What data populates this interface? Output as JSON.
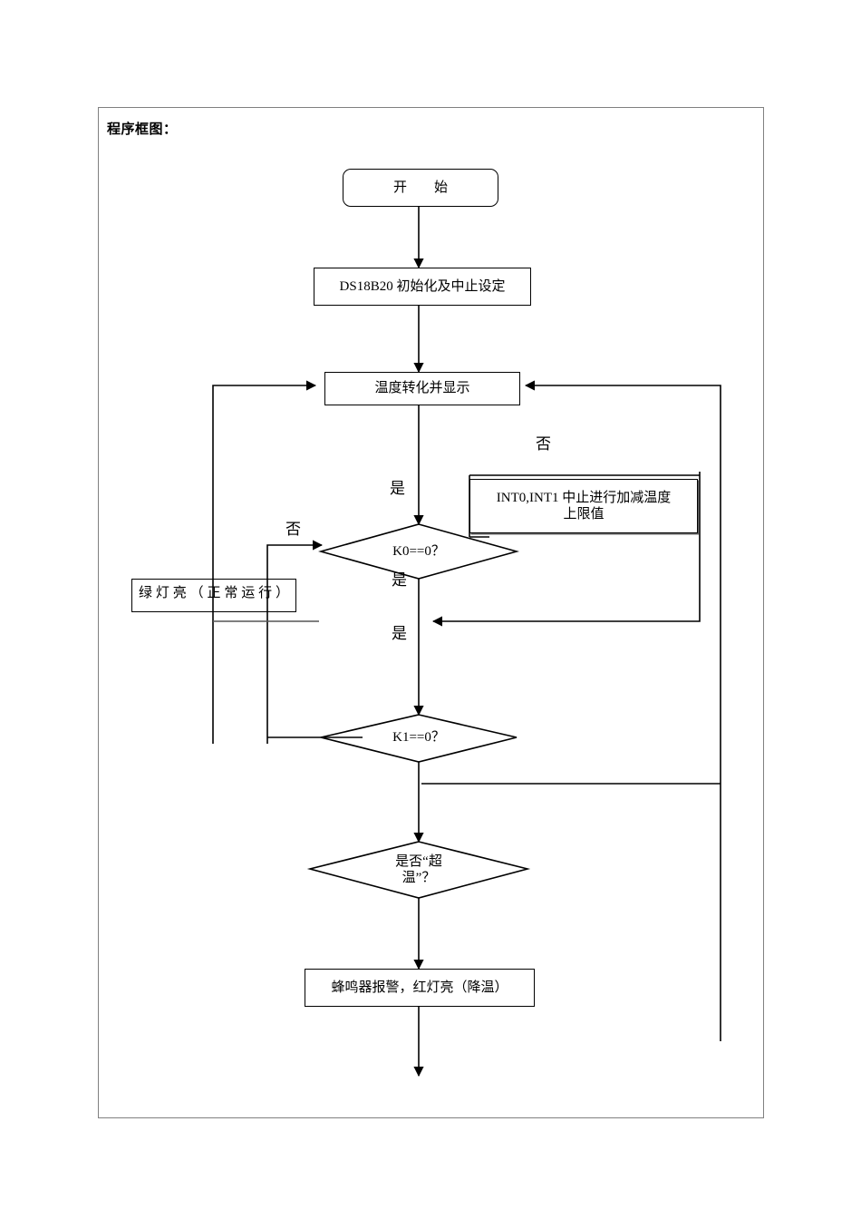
{
  "page": {
    "title": "程序框图：",
    "border_color": "#808080",
    "line_color": "#000000",
    "background": "#ffffff"
  },
  "nodes": {
    "start": {
      "label": "开　　始",
      "shape": "terminator"
    },
    "init": {
      "label": "DS18B20 初始化及中止设定",
      "shape": "process"
    },
    "convert_display": {
      "label": "温度转化并显示",
      "shape": "process"
    },
    "interrupt": {
      "label": "INT0,INT1 中止进行加减温度\n上限值",
      "shape": "process"
    },
    "k0_decision": {
      "label": "K0==0？",
      "shape": "decision"
    },
    "k1_decision": {
      "label": "K1==0？",
      "shape": "decision"
    },
    "overtemp_decision": {
      "label": "是否“超\n温”？",
      "shape": "decision"
    },
    "green_light": {
      "label": "绿灯亮（正常运行）",
      "shape": "process"
    },
    "alarm": {
      "label": "蜂鸣器报警，红灯亮（降温）",
      "shape": "process"
    }
  },
  "edge_labels": {
    "yes_top": "是",
    "no_top_right": "否",
    "no_left_k0": "否",
    "yes_k0_out": "是",
    "yes_mid": "是"
  },
  "chart_data": {
    "type": "flowchart",
    "title": "程序框图：",
    "nodes": [
      {
        "id": "start",
        "text": "开　　始",
        "shape": "terminator"
      },
      {
        "id": "init",
        "text": "DS18B20 初始化及中止设定",
        "shape": "process"
      },
      {
        "id": "convert_display",
        "text": "温度转化并显示",
        "shape": "process"
      },
      {
        "id": "interrupt",
        "text": "INT0,INT1 中止进行加减温度上限值",
        "shape": "process"
      },
      {
        "id": "k0_decision",
        "text": "K0==0？",
        "shape": "decision"
      },
      {
        "id": "k1_decision",
        "text": "K1==0？",
        "shape": "decision"
      },
      {
        "id": "green_light",
        "text": "绿灯亮（正常运行）",
        "shape": "process"
      },
      {
        "id": "overtemp_decision",
        "text": "是否“超温”？",
        "shape": "decision"
      },
      {
        "id": "alarm",
        "text": "蜂鸣器报警，红灯亮（降温）",
        "shape": "process"
      }
    ],
    "edges": [
      {
        "from": "start",
        "to": "init",
        "label": ""
      },
      {
        "from": "init",
        "to": "convert_display",
        "label": ""
      },
      {
        "from": "convert_display",
        "to": "k0_decision",
        "label": "是"
      },
      {
        "from": "k0_decision",
        "to": "k1_decision",
        "label": "是"
      },
      {
        "from": "k0_decision",
        "to": "green_light",
        "label": "否"
      },
      {
        "from": "k1_decision",
        "to": "overtemp_decision",
        "label": ""
      },
      {
        "from": "k1_decision",
        "to": "convert_display",
        "label": ""
      },
      {
        "from": "interrupt",
        "to": "convert_display",
        "label": "否"
      },
      {
        "from": "overtemp_decision",
        "to": "alarm",
        "label": ""
      },
      {
        "from": "green_light",
        "to": "convert_display",
        "label": ""
      }
    ]
  }
}
